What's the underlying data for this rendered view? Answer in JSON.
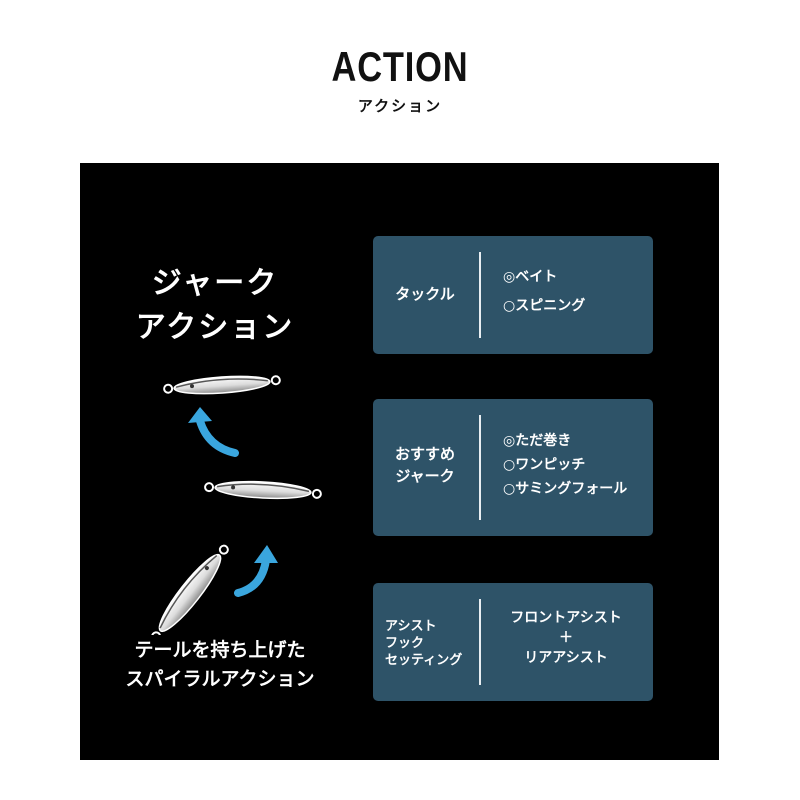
{
  "header": {
    "title": "ACTION",
    "subtitle": "アクション"
  },
  "left": {
    "heading_line1": "ジャーク",
    "heading_line2": "アクション",
    "caption_line1": "テールを持ち上げた",
    "caption_line2": "スパイラルアクション"
  },
  "cards": {
    "tackle": {
      "label": "タックル",
      "values": [
        "◎ベイト",
        "○スピニング"
      ]
    },
    "jerk": {
      "label_line1": "おすすめ",
      "label_line2": "ジャーク",
      "values": [
        "◎ただ巻き",
        "○ワンピッチ",
        "○サミングフォール"
      ]
    },
    "assist": {
      "label_line1": "アシスト",
      "label_line2": "フック",
      "label_line3": "セッティング",
      "value_line1": "フロントアシスト",
      "value_line2": "＋",
      "value_line3": "リアアシスト"
    }
  },
  "colors": {
    "panel_bg": "#000000",
    "card_bg": "#2e5368",
    "arrow": "#3aa6de"
  }
}
